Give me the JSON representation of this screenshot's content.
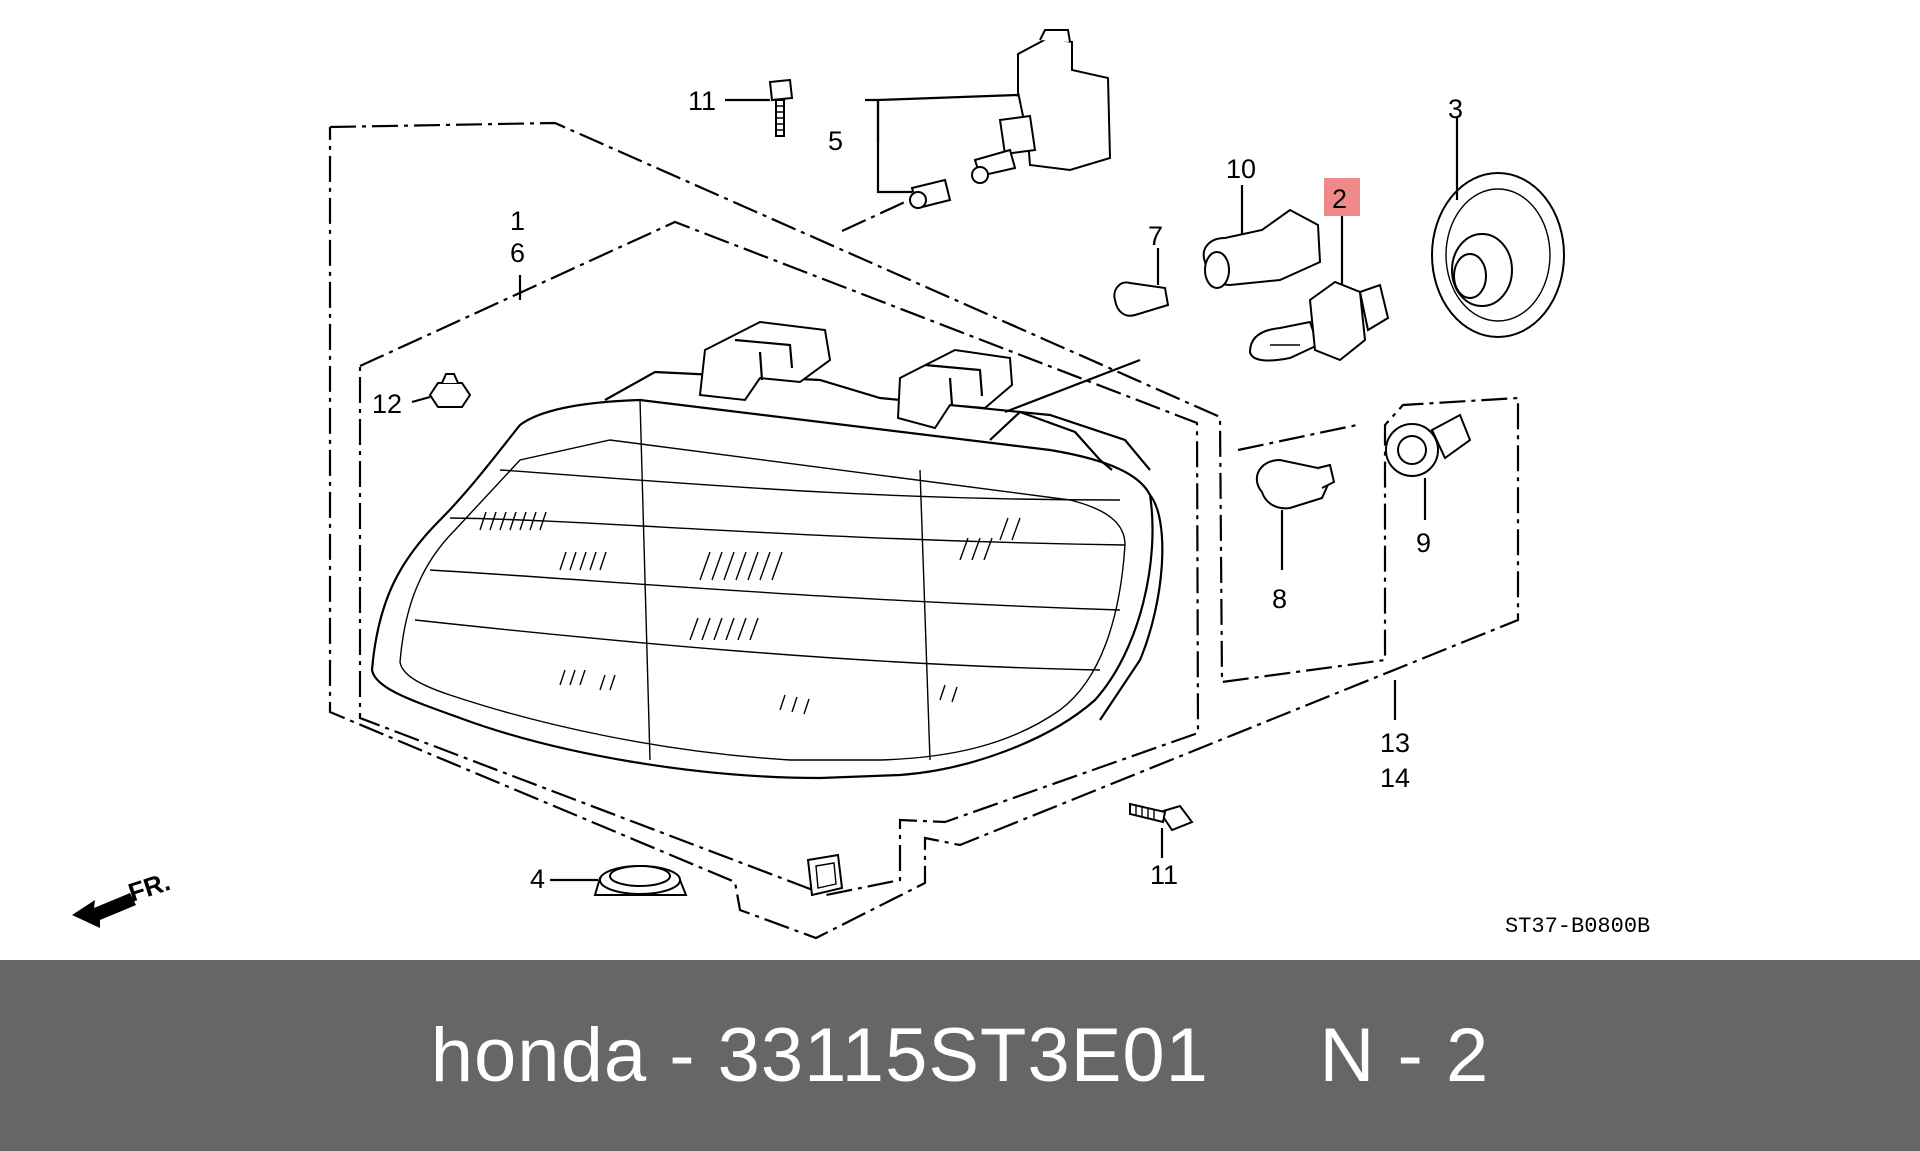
{
  "diagram": {
    "callouts": [
      {
        "id": "1",
        "label": "1"
      },
      {
        "id": "6",
        "label": "6"
      },
      {
        "id": "2",
        "label": "2",
        "highlighted": true
      },
      {
        "id": "3",
        "label": "3"
      },
      {
        "id": "4",
        "label": "4"
      },
      {
        "id": "5",
        "label": "5"
      },
      {
        "id": "7",
        "label": "7"
      },
      {
        "id": "8",
        "label": "8"
      },
      {
        "id": "9",
        "label": "9"
      },
      {
        "id": "10",
        "label": "10"
      },
      {
        "id": "11a",
        "label": "11"
      },
      {
        "id": "11b",
        "label": "11"
      },
      {
        "id": "12",
        "label": "12"
      },
      {
        "id": "13",
        "label": "13"
      },
      {
        "id": "14",
        "label": "14"
      }
    ],
    "direction_label": "FR.",
    "diagram_code": "ST37-B0800B",
    "highlight_color": "#f08a8a"
  },
  "footer": {
    "text": "honda - 33115ST3E01     N - 2",
    "background": "#666666",
    "color": "#ffffff"
  }
}
